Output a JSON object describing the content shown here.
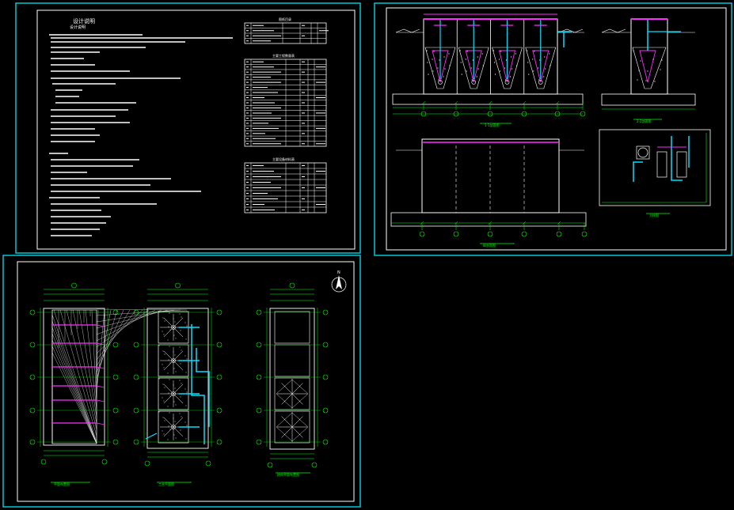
{
  "sheets": {
    "design_notes": {
      "heading": "设计说明",
      "subheading": "设计说明",
      "table_titles": [
        "图纸目录",
        "主要工程数量表",
        "主要设备材料表"
      ]
    },
    "sections": {
      "section_1_title": "1-1剖面图",
      "section_2_title": "2-2剖面图",
      "longitudinal_title": "纵剖面图",
      "detail_title": "大样图"
    },
    "plans": {
      "plan_1_title": "平面布置图",
      "plan_2_title": "工艺平面图",
      "plan_3_title": "结构平面布置图",
      "north_label": "N"
    }
  },
  "colors": {
    "background": "#000000",
    "sheet_frame": "#00c8d4",
    "inner_frame": "#ffffff",
    "text_lines": "#ffffff",
    "dimension": "#00ff00",
    "pipe_cyan": "#00e0ff",
    "pipe_magenta": "#ff2cff",
    "hatch": "#ffffff"
  }
}
